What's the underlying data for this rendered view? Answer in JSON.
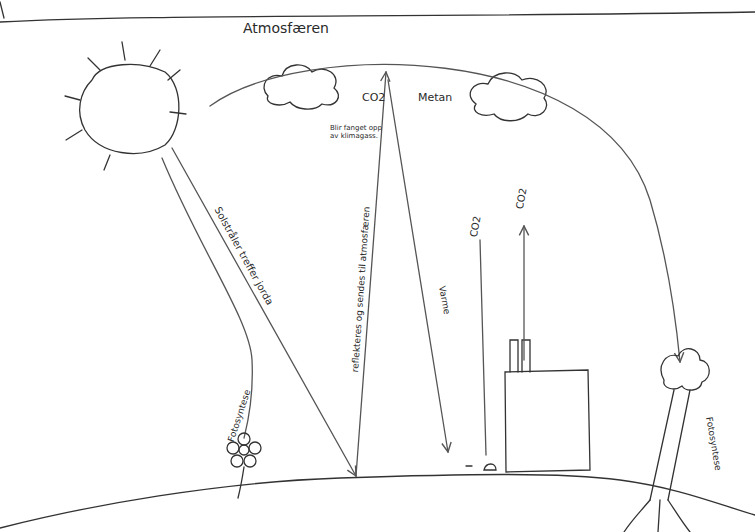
{
  "diagram": {
    "labels": [
      "Atmosfæren",
      "CO2",
      "Metan",
      "Blir fanget opp av klimagass.",
      "Solstråler treffer jorda",
      "reflekteres og sendes til atmosfæren",
      "Varme",
      "CO2",
      "CO2",
      "Fotosyntese",
      "Fotosyntese"
    ]
  }
}
